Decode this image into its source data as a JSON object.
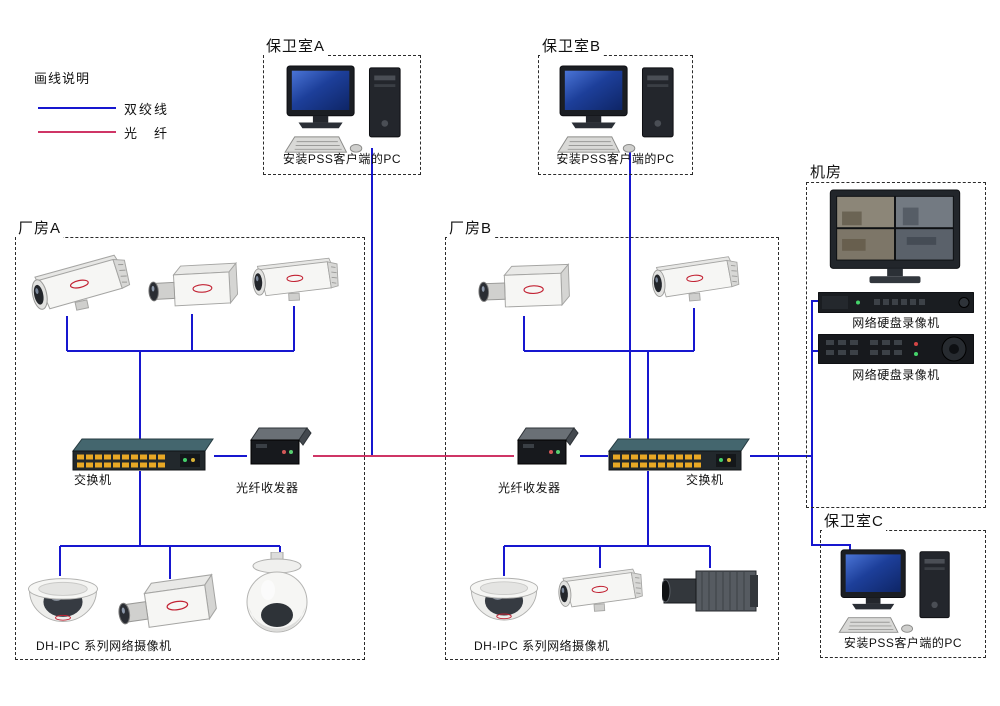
{
  "colors": {
    "twisted_pair": "#1717cf",
    "fiber": "#cf3566"
  },
  "legend": {
    "title": "画线说明",
    "items": [
      {
        "id": "twisted-pair",
        "label": "双绞线"
      },
      {
        "id": "fiber",
        "label": "光　纤"
      }
    ]
  },
  "areas": {
    "guard_room_a": {
      "title": "保卫室A",
      "pc_caption": "安装PSS客户端的PC"
    },
    "guard_room_b": {
      "title": "保卫室B",
      "pc_caption": "安装PSS客户端的PC"
    },
    "guard_room_c": {
      "title": "保卫室C",
      "pc_caption": "安装PSS客户端的PC"
    },
    "machine_room": {
      "title": "机房",
      "nvr1_caption": "网络硬盘录像机",
      "nvr2_caption": "网络硬盘录像机"
    },
    "factory_a": {
      "title": "厂房A",
      "switch_caption": "交换机",
      "transceiver_caption": "光纤收发器",
      "cameras_caption": "DH-IPC  系列网络摄像机"
    },
    "factory_b": {
      "title": "厂房B",
      "switch_caption": "光纤收发器",
      "switch_caption2": "交换机",
      "transceiver_caption": "光纤收发器",
      "cameras_caption": "DH-IPC  系列网络摄像机"
    }
  },
  "connections": [
    {
      "from": "guard-room-a-pc",
      "to": "inter-building-link",
      "type": "twisted-pair"
    },
    {
      "from": "guard-room-b-pc",
      "to": "factory-b-switch",
      "type": "twisted-pair"
    },
    {
      "from": "factory-a-top-cameras",
      "to": "factory-a-switch",
      "type": "twisted-pair"
    },
    {
      "from": "factory-a-bottom-cameras",
      "to": "factory-a-switch",
      "type": "twisted-pair"
    },
    {
      "from": "factory-a-switch",
      "to": "factory-a-transceiver",
      "type": "twisted-pair"
    },
    {
      "from": "factory-a-transceiver",
      "to": "factory-b-transceiver",
      "type": "fiber"
    },
    {
      "from": "factory-b-transceiver",
      "to": "factory-b-switch",
      "type": "twisted-pair"
    },
    {
      "from": "factory-b-top-cameras",
      "to": "factory-b-switch",
      "type": "twisted-pair"
    },
    {
      "from": "factory-b-bottom-cameras",
      "to": "factory-b-switch",
      "type": "twisted-pair"
    },
    {
      "from": "factory-b-switch",
      "to": "machine-room-nvrs",
      "type": "twisted-pair"
    },
    {
      "from": "machine-room-nvrs",
      "to": "guard-room-c-pc",
      "type": "twisted-pair"
    }
  ]
}
